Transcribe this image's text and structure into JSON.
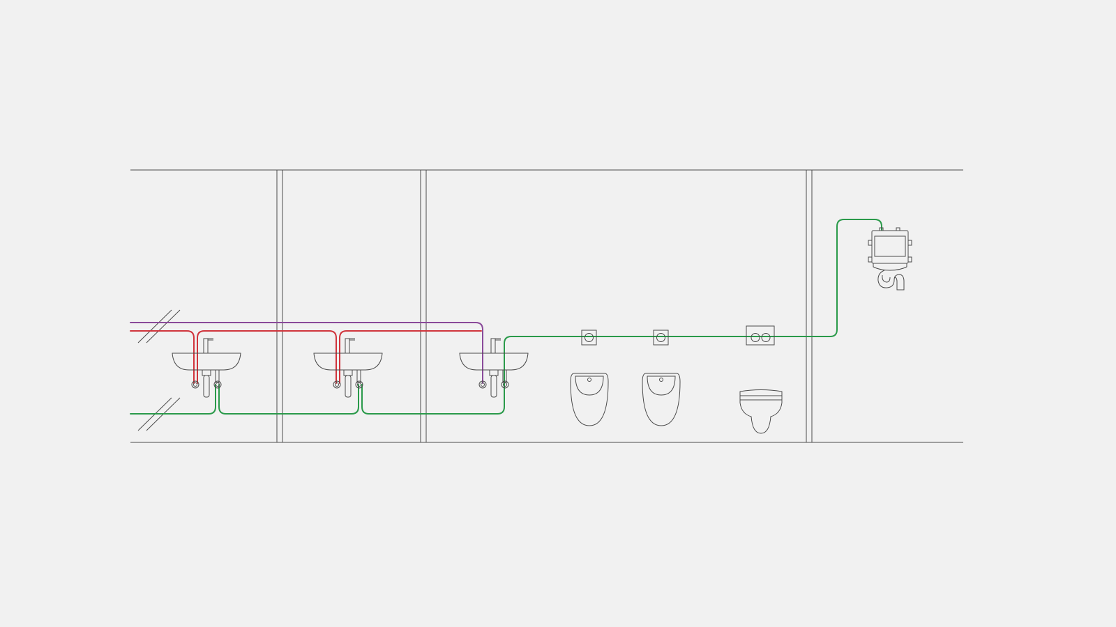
{
  "diagram": {
    "background": "#f1f1f1",
    "colors": {
      "outline": "#4a4a4a",
      "hot_water_pipe": "#d0343c",
      "circulation_pipe": "#8a4a9a",
      "cold_water_pipe": "#2a9a4a"
    },
    "fixtures": [
      "washbasin",
      "washbasin",
      "washbasin",
      "urinal",
      "urinal",
      "wall-hung-wc",
      "flush-cistern-module"
    ]
  }
}
